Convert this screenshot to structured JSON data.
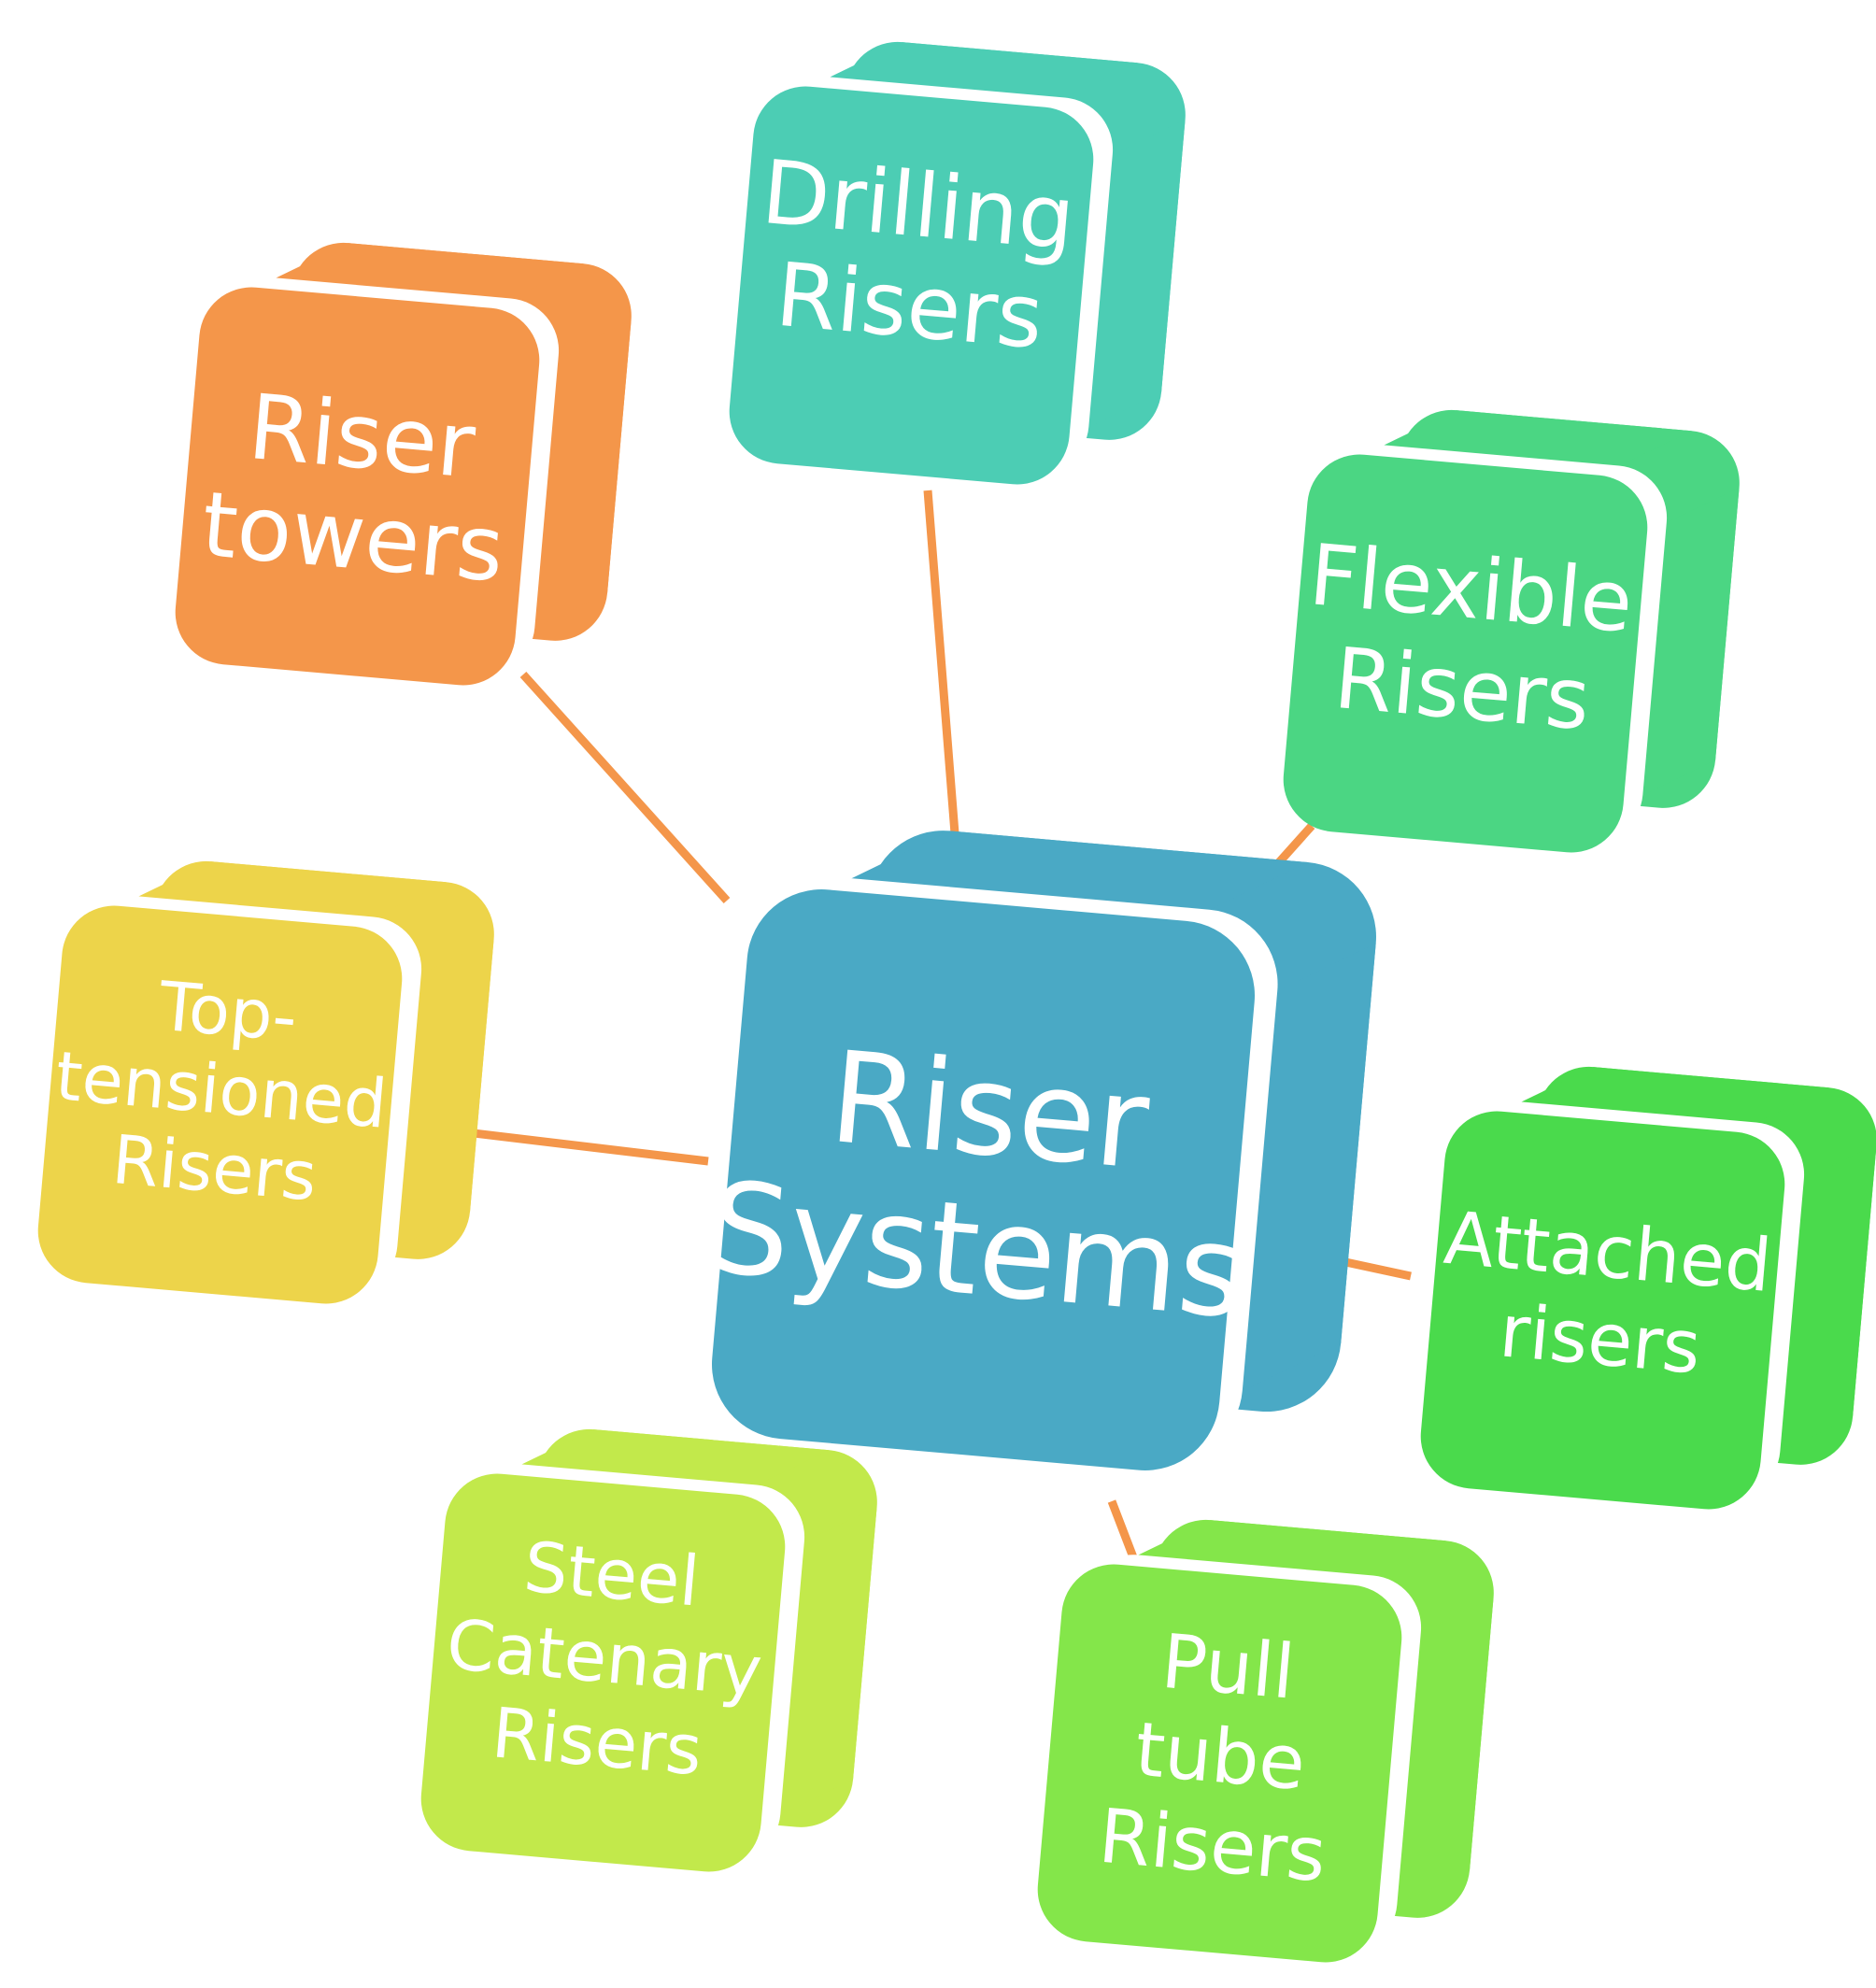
{
  "center": {
    "lines": [
      "Riser",
      "Systems"
    ],
    "color": "#4AA9C5"
  },
  "nodes": [
    {
      "id": "riser-towers",
      "lines": [
        "Riser",
        "towers"
      ],
      "color": "#F4964A"
    },
    {
      "id": "drilling-risers",
      "lines": [
        "Drilling",
        "Risers"
      ],
      "color": "#4CCDB4"
    },
    {
      "id": "flexible-risers",
      "lines": [
        "Flexible",
        "Risers"
      ],
      "color": "#4BD683"
    },
    {
      "id": "top-tensioned-risers",
      "lines": [
        "Top-",
        "tensioned",
        "Risers"
      ],
      "color": "#EDD44A"
    },
    {
      "id": "attached-risers",
      "lines": [
        "Attached",
        "risers"
      ],
      "color": "#4ADA4C"
    },
    {
      "id": "steel-catenary-risers",
      "lines": [
        "Steel",
        "Catenary",
        "Risers"
      ],
      "color": "#C2E94B"
    },
    {
      "id": "pull-tube-risers",
      "lines": [
        "Pull",
        "tube",
        "Risers"
      ],
      "color": "#84E64A"
    }
  ],
  "connector_color": "#F4964A"
}
